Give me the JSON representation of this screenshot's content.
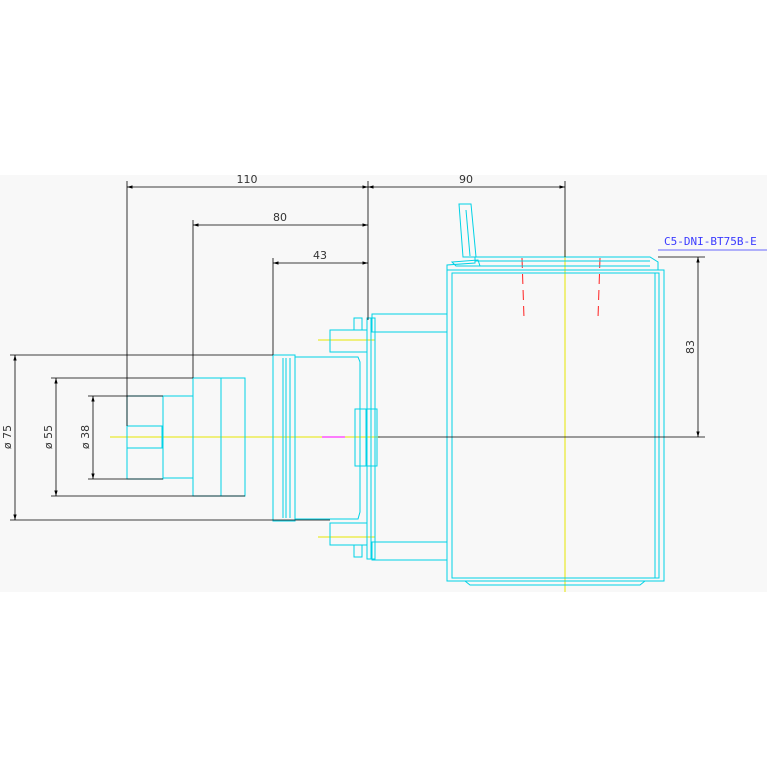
{
  "drawing": {
    "part_number": "C5-DNI-BT75B-E",
    "dimensions": {
      "length_110": "110",
      "length_80": "80",
      "length_43": "43",
      "length_90": "90",
      "height_83": "83",
      "dia_75": "ø 75",
      "dia_55": "ø 55",
      "dia_38": "ø 38"
    }
  },
  "colors": {
    "outline": "#00d2e6",
    "dimension": "#000000",
    "centerline": "#e6e600",
    "hidden": "#ff2020",
    "magenta": "#ff00ff",
    "label": "#3a3aff"
  }
}
